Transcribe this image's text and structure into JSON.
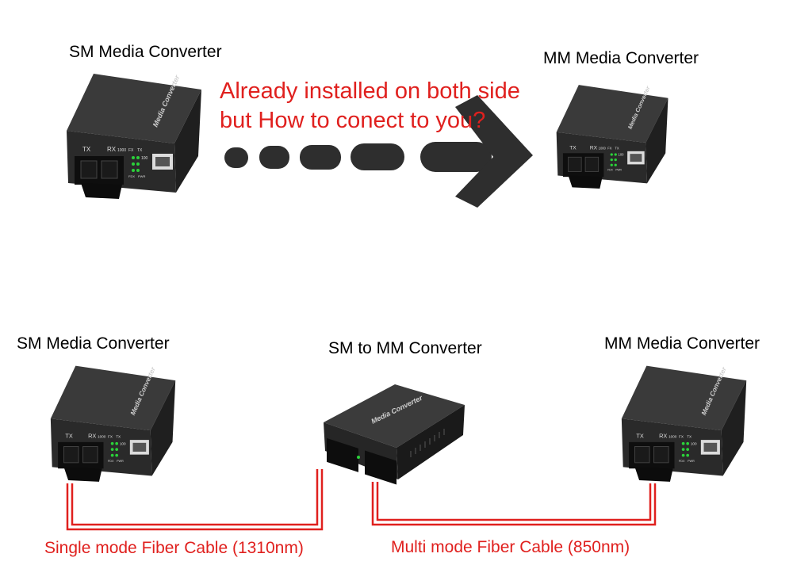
{
  "labels": {
    "top_left": "SM Media Converter",
    "top_right": "MM Media Converter",
    "bottom_left": "SM Media Converter",
    "bottom_center": "SM to MM Converter",
    "bottom_right": "MM Media Converter"
  },
  "callout": {
    "line1": "Already installed on both side",
    "line2": "but How to conect to you?"
  },
  "cables": {
    "single_mode": "Single mode Fiber Cable (1310nm)",
    "multi_mode": "Multi mode Fiber Cable (850nm)"
  },
  "device": {
    "brand": "Media Converter",
    "port_tx": "TX",
    "port_rx": "RX",
    "speed": "1000",
    "led_fx": "FX",
    "led_tx": "TX",
    "led_100": "100",
    "led_fdx": "FDX",
    "led_pwr": "PWR"
  },
  "colors": {
    "accent_red": "#e0201e",
    "device_body": "#2b2b2b",
    "arrow": "#2e2e2e"
  }
}
